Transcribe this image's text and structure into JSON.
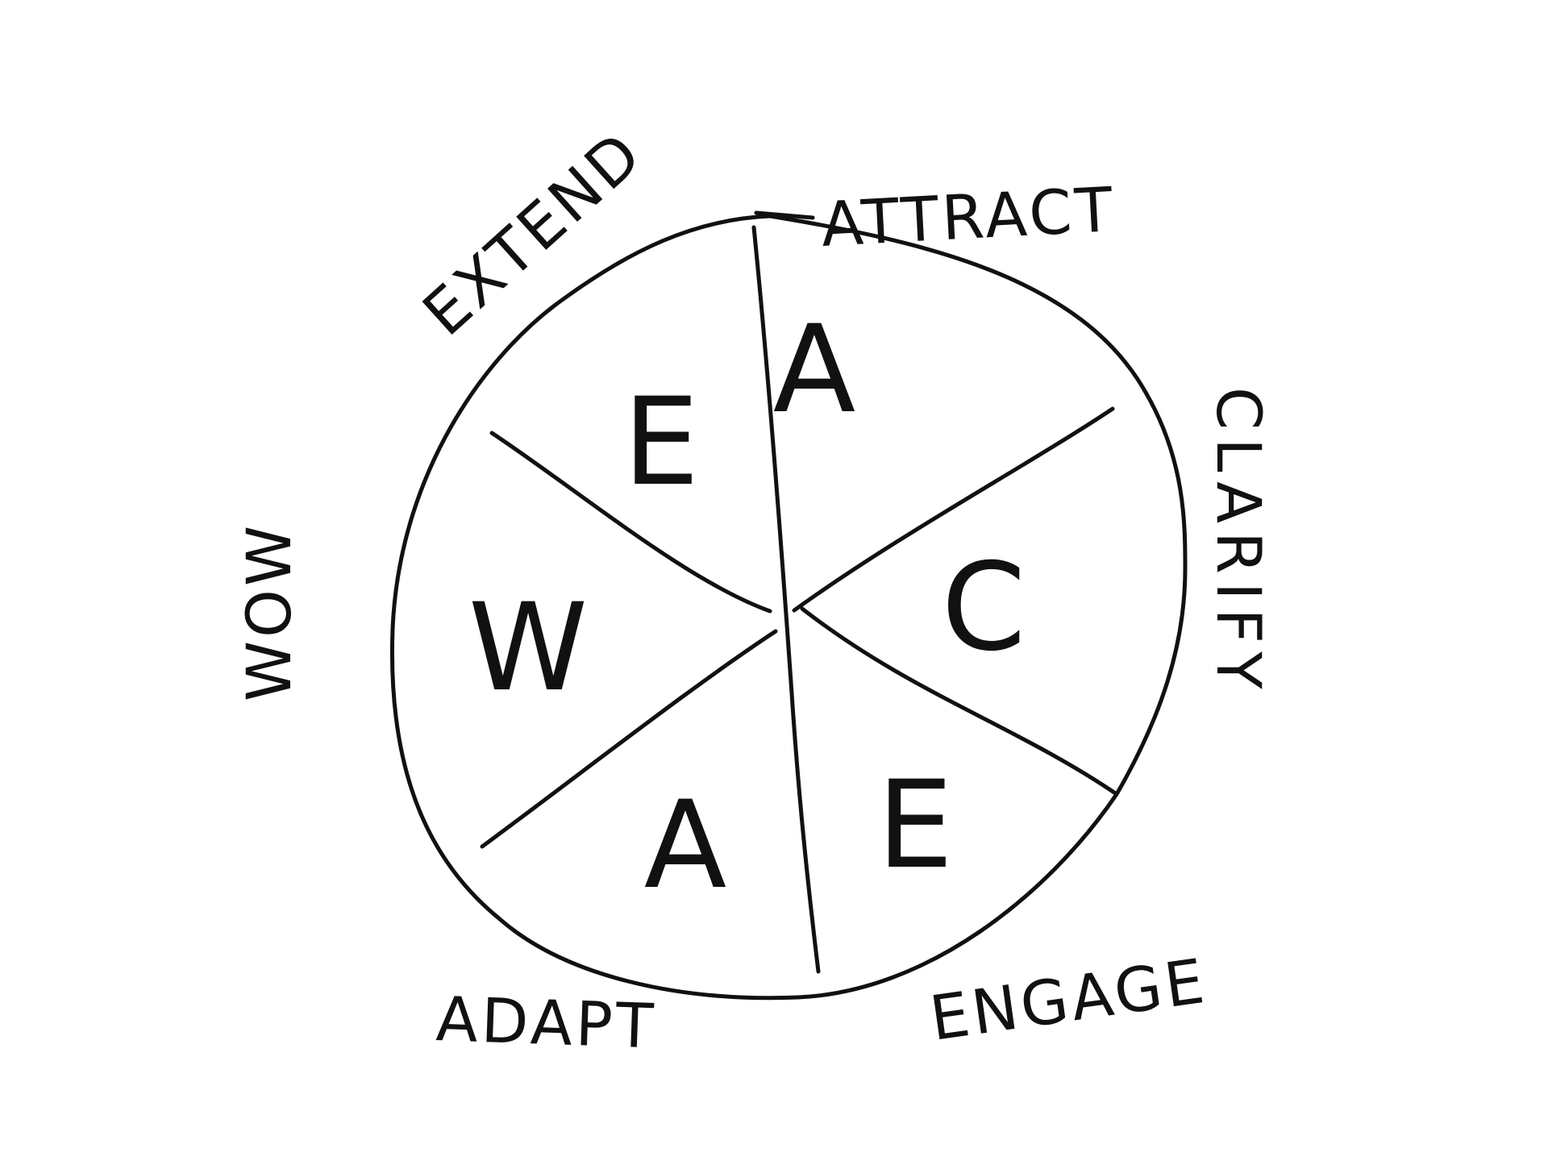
{
  "diagram": {
    "segments": [
      {
        "letter": "A",
        "label": "ATTRACT"
      },
      {
        "letter": "C",
        "label": "CLARIFY"
      },
      {
        "letter": "E",
        "label": "ENGAGE"
      },
      {
        "letter": "A",
        "label": "ADAPT"
      },
      {
        "letter": "W",
        "label": "WOW"
      },
      {
        "letter": "E",
        "label": "EXTEND"
      }
    ],
    "colors": {
      "ink": "#111111",
      "background": "#ffffff"
    }
  }
}
